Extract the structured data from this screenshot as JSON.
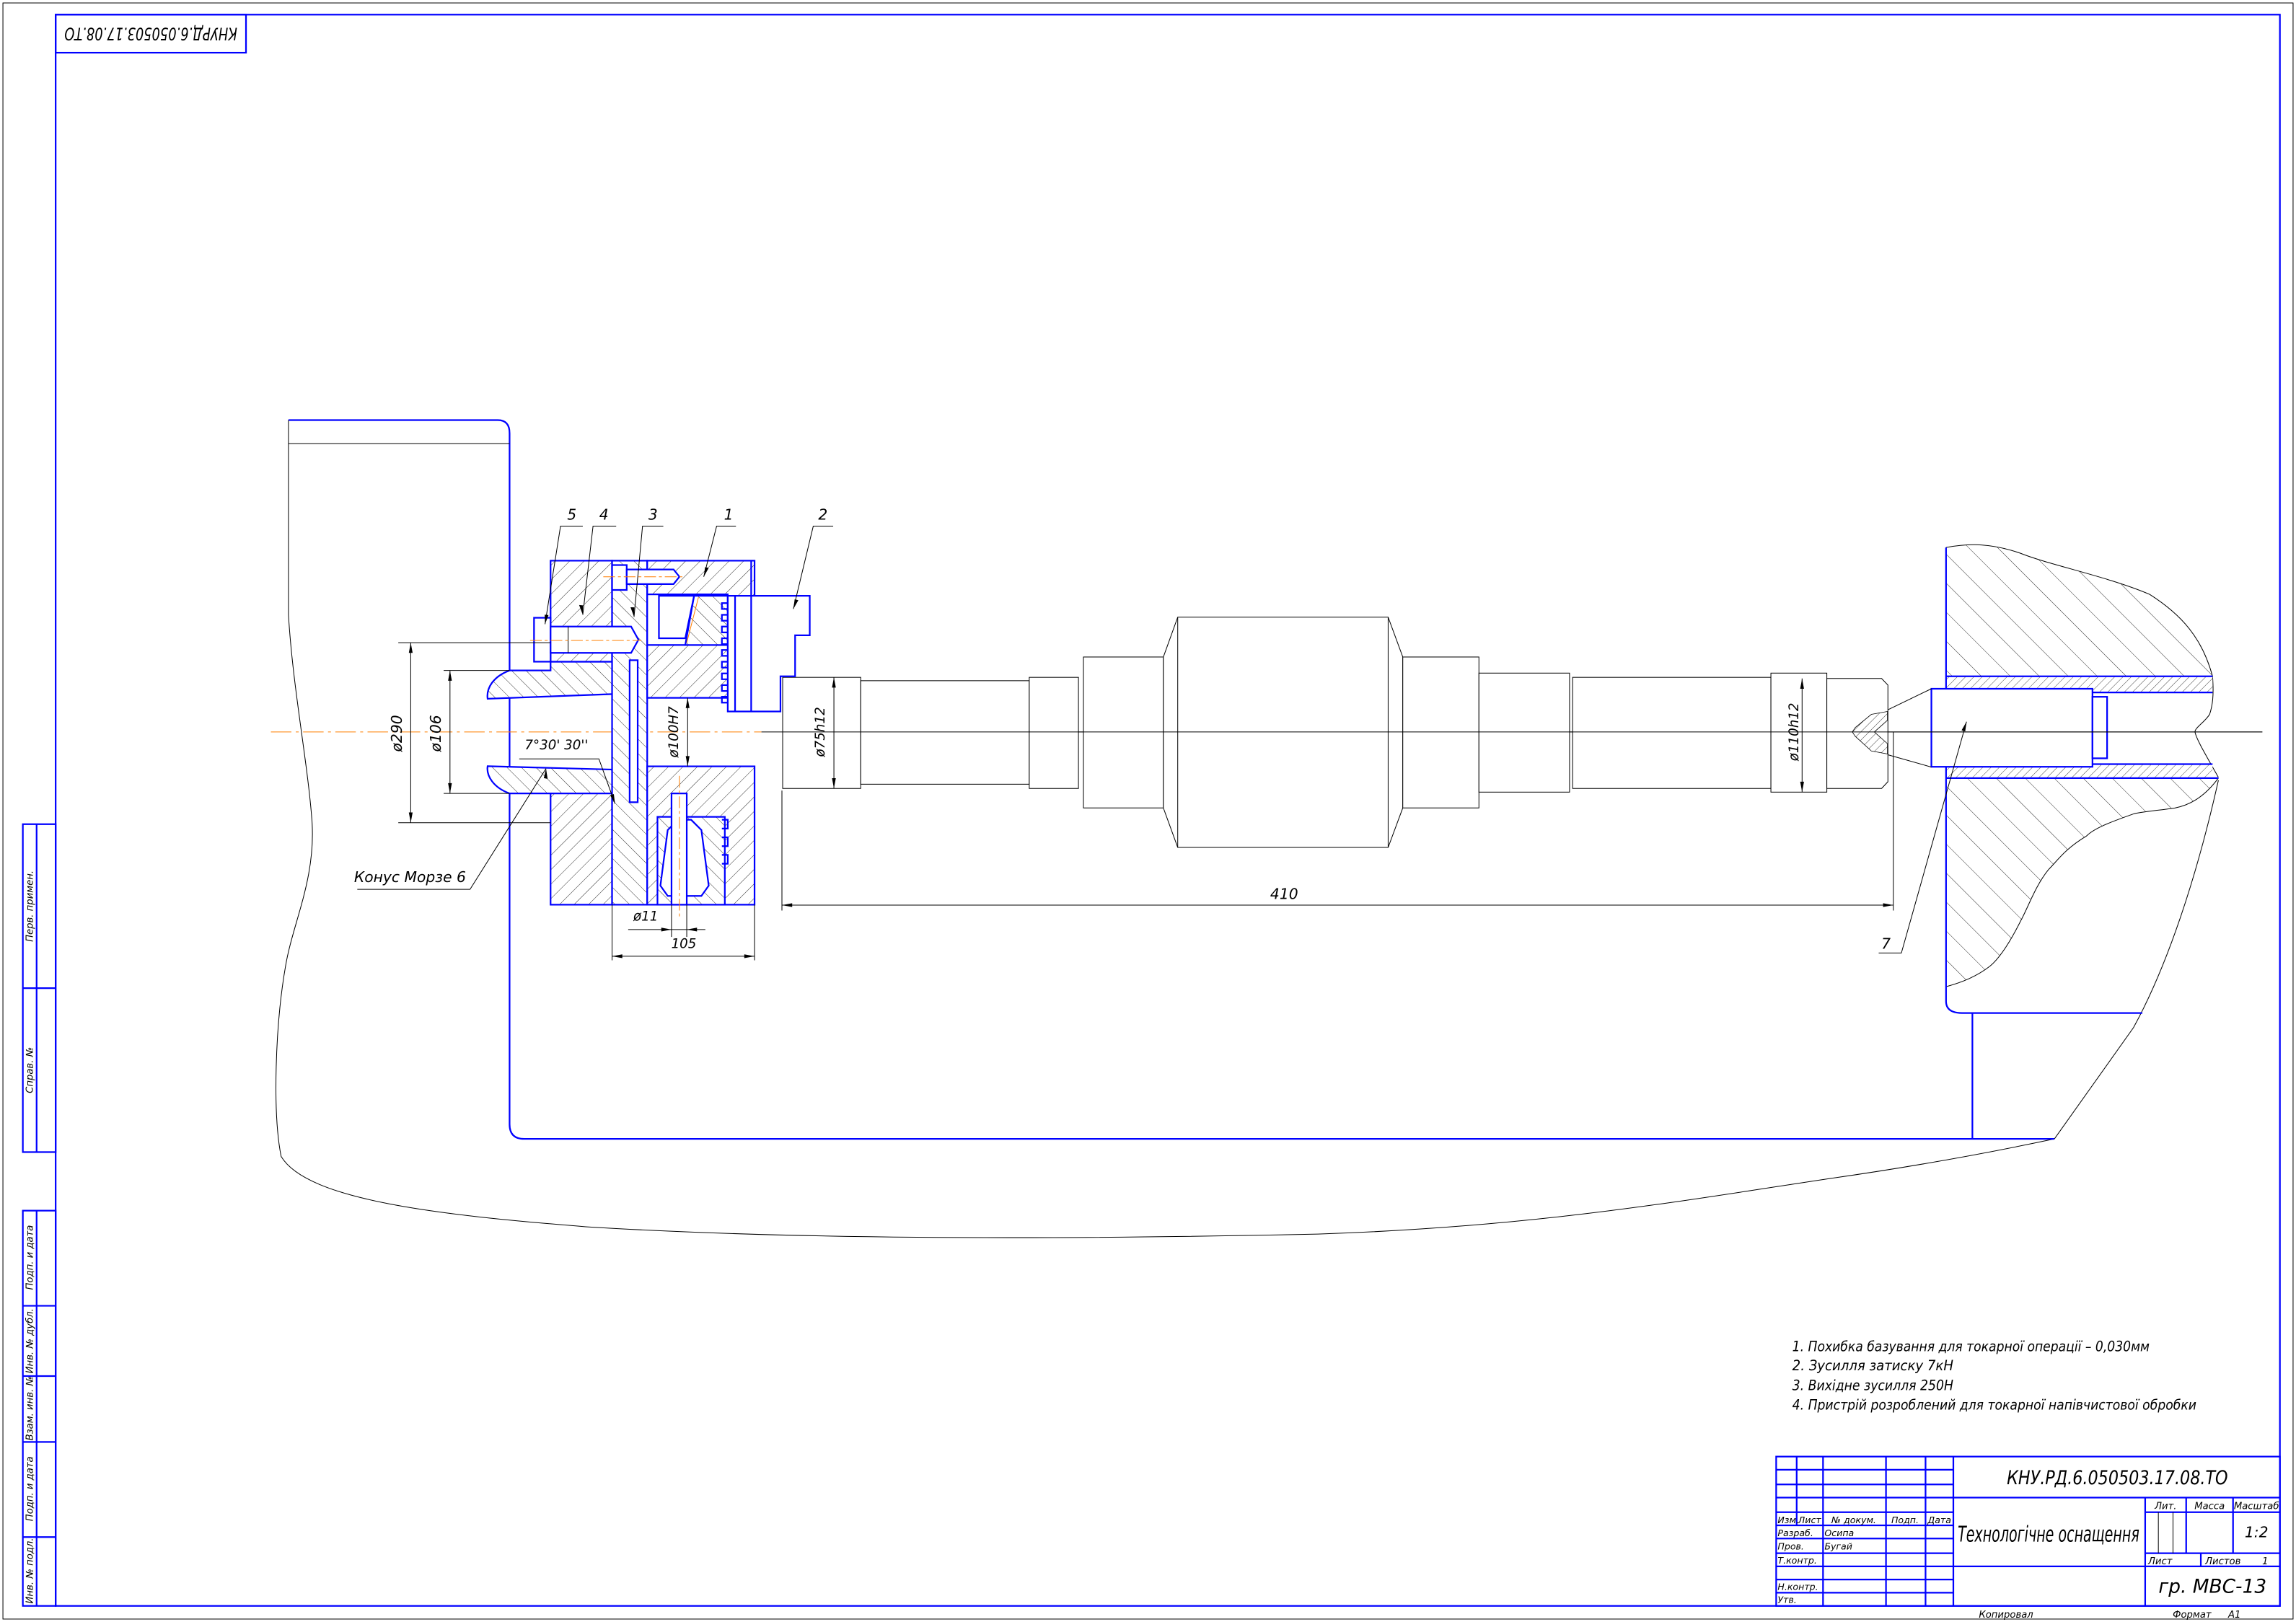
{
  "stamp_top": "КНУРД.6.050503.17.08.ТО",
  "side_strip": {
    "perv_primen": "Перв. примен.",
    "sprav_no": "Справ. №",
    "podp_data_top": "Подп. и дата",
    "inv_dubl": "Инв. № дубл.",
    "vzam_inv": "Взам. инв. №",
    "podp_data_bottom": "Подп. и дата",
    "inv_podl": "Инв. № подл."
  },
  "callouts": {
    "part_1": "1",
    "part_2": "2",
    "part_3": "3",
    "part_4": "4",
    "part_5": "5",
    "part_7": "7"
  },
  "dimensions": {
    "d290": "ø290",
    "d106": "ø106",
    "d100": "ø100H7",
    "angle": "7°30' 30''",
    "morse": "Конус Морзе 6",
    "d11": "ø11",
    "l105": "105",
    "d75": "ø75h12",
    "d110": "ø110h12",
    "l410": "410"
  },
  "notes": [
    "1. Похибка базування для токарної операції – 0,030мм",
    "2. Зусилля затиску 7кН",
    "3. Вихідне зусилля 250Н",
    "4. Пристрій розроблений для токарної напівчистової обробки"
  ],
  "title_block": {
    "doc_number": "КНУ.РД.6.050503.17.08.ТО",
    "title": "Технологічне оснащення",
    "headers": {
      "izm": "Изм.",
      "list": "Лист",
      "doc_no": "№ докум.",
      "podp": "Подп.",
      "data": "Дата"
    },
    "roles": {
      "razrab": "Разраб.",
      "prov": "Пров.",
      "tkontr": "Т.контр.",
      "nkontr": "Н.контр.",
      "utv": "Утв."
    },
    "names": {
      "razrab": "Осипа",
      "prov": "Бугай"
    },
    "lit_label": "Лит.",
    "mass_label": "Масса",
    "scale_label": "Масштаб",
    "scale_value": "1:2",
    "sheet_label": "Лист",
    "sheets_label": "Листов",
    "sheets_value": "1",
    "group": "гр. МВС-13",
    "copied": "Копировал",
    "format_label": "Формат",
    "format_value": "А1"
  }
}
